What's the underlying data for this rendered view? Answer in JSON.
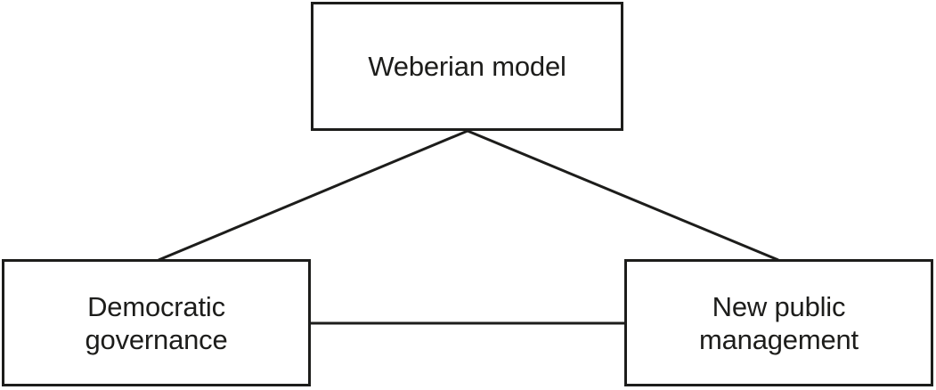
{
  "diagram": {
    "type": "hierarchy-triangle",
    "stroke_color": "#1d1d1b",
    "text_color": "#1d1d1b",
    "background_color": "#ffffff",
    "nodes": [
      {
        "id": "weberian",
        "label": "Weberian model",
        "position": "top-center"
      },
      {
        "id": "democratic",
        "label": "Democratic\ngovernance",
        "position": "bottom-left"
      },
      {
        "id": "npm",
        "label": "New public\nmanagement",
        "position": "bottom-right"
      }
    ],
    "connectors": [
      {
        "id": "weberian-to-democratic",
        "from": "weberian",
        "to": "democratic",
        "style": "solid-line",
        "arrow": "none"
      },
      {
        "id": "weberian-to-npm",
        "from": "weberian",
        "to": "npm",
        "style": "solid-line",
        "arrow": "none"
      },
      {
        "id": "democratic-to-npm",
        "from": "democratic",
        "to": "npm",
        "style": "solid-line",
        "arrow": "none"
      }
    ]
  }
}
